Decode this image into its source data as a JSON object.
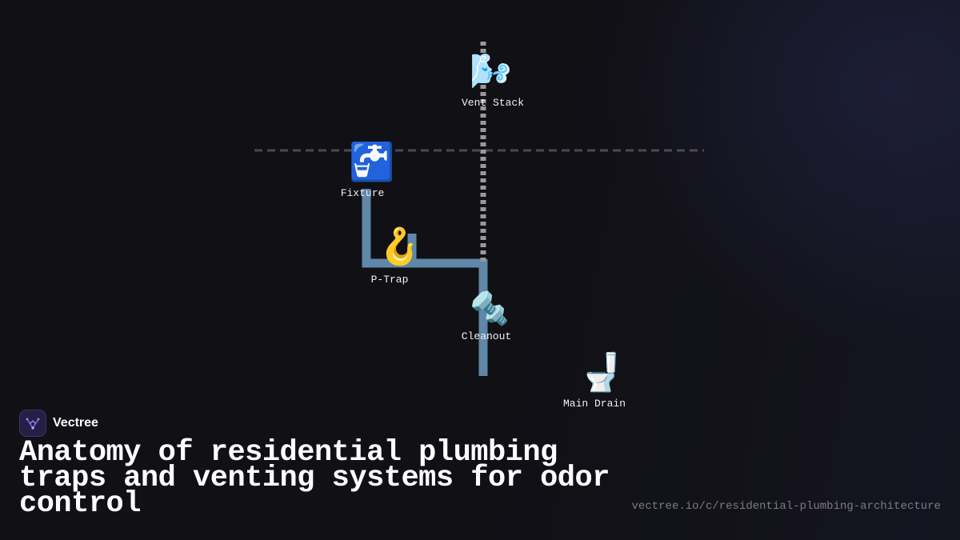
{
  "brand": {
    "name": "Vectree",
    "logo_icon": "vectree-logo-icon",
    "accent": "#8b5cf6"
  },
  "title": "Anatomy of residential plumbing traps and venting systems for odor control",
  "source_url": "vectree.io/c/residential-plumbing-architecture",
  "colors": {
    "background": "#111015",
    "pipe": "#5e87a8",
    "vent_line": "#9a9a9a",
    "floor_line": "#4a4a52"
  },
  "nodes": [
    {
      "id": "vent_stack",
      "label": "Vent Stack",
      "icon": "wind-icon",
      "emoji": "🌬️"
    },
    {
      "id": "fixture",
      "label": "Fixture",
      "icon": "faucet-icon",
      "emoji": "🚰"
    },
    {
      "id": "p_trap",
      "label": "P-Trap",
      "icon": "hook-icon",
      "emoji": "🪝"
    },
    {
      "id": "cleanout",
      "label": "Cleanout",
      "icon": "nut-and-bolt-icon",
      "emoji": "🔩"
    },
    {
      "id": "main_drain",
      "label": "Main Drain",
      "icon": "toilet-icon",
      "emoji": "🚽"
    }
  ]
}
